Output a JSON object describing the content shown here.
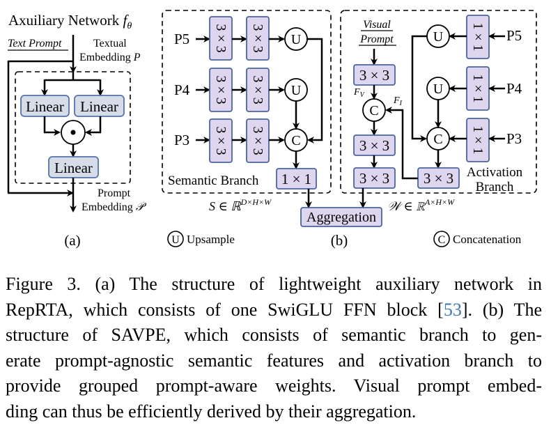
{
  "figure": {
    "colors": {
      "linear_fill": "#d6dde8",
      "linear_stroke": "#5573a8",
      "conv_fill": "#ddd6ee",
      "conv_stroke": "#4a64a0",
      "cite": "#3b78b9"
    },
    "panel_a": {
      "title": "Axuiliary Network",
      "title_symbol": "f",
      "title_subscript": "θ",
      "text_prompt": "Text Prompt",
      "textual_embedding_line1": "Textual",
      "textual_embedding_line2": "Embedding",
      "textual_embedding_symbol": "P",
      "linear_left": "Linear",
      "linear_right": "Linear",
      "linear_bottom": "Linear",
      "product_symbol": "•",
      "prompt_embedding_line1": "Prompt",
      "prompt_embedding_line2": "Embedding",
      "prompt_embedding_symbol": "𝒫",
      "label": "(a)"
    },
    "panel_b": {
      "semantic_branch": {
        "inputs": [
          "P5",
          "P4",
          "P3"
        ],
        "conv_label": "3 × 3",
        "upsample": "U",
        "concat": "C",
        "conv1x1": "1 × 1",
        "title": "Semantic Branch",
        "output_symbol": "S ∈ ℝ",
        "output_superscript": "D×H×W"
      },
      "activation_branch": {
        "visual_prompt_line1": "Visual",
        "visual_prompt_line2": "Prompt",
        "conv_vp": "3 × 3",
        "fv": "F",
        "fv_sub": "V",
        "fi": "F",
        "fi_sub": "I",
        "concat": "C",
        "conv_a": "3 × 3",
        "conv_b": "3 × 3",
        "conv_c": "3 × 3",
        "conv1x1": "1 × 1",
        "upsample": "U",
        "inputs": [
          "P5",
          "P4",
          "P3"
        ],
        "title_line1": "Activation",
        "title_line2": "Branch",
        "output_symbol": "𝒲 ∈ ℝ",
        "output_superscript": "A×H×W"
      },
      "aggregation": "Aggregation",
      "label": "(b)",
      "legend": {
        "upsample_symbol": "U",
        "upsample_label": "Upsample",
        "concat_symbol": "C",
        "concat_label": "Concatenation"
      }
    }
  },
  "caption": {
    "lines": [
      "Figure 3.  (a) The structure of lightweight auxiliary network in",
      "RepRTA, which consists of one SwiGLU FFN block [53]. (b) The",
      "structure of SAVPE, which consists of semantic branch to gen-",
      "erate prompt-agnostic semantic features and activation branch to",
      "provide grouped prompt-aware weights.  Visual prompt embed-",
      "ding can thus be efficiently derived by their aggregation."
    ],
    "line2_pre": "RepRTA, which consists of one SwiGLU FFN block [",
    "line2_cite": "53",
    "line2_post": "]. (b) The"
  }
}
